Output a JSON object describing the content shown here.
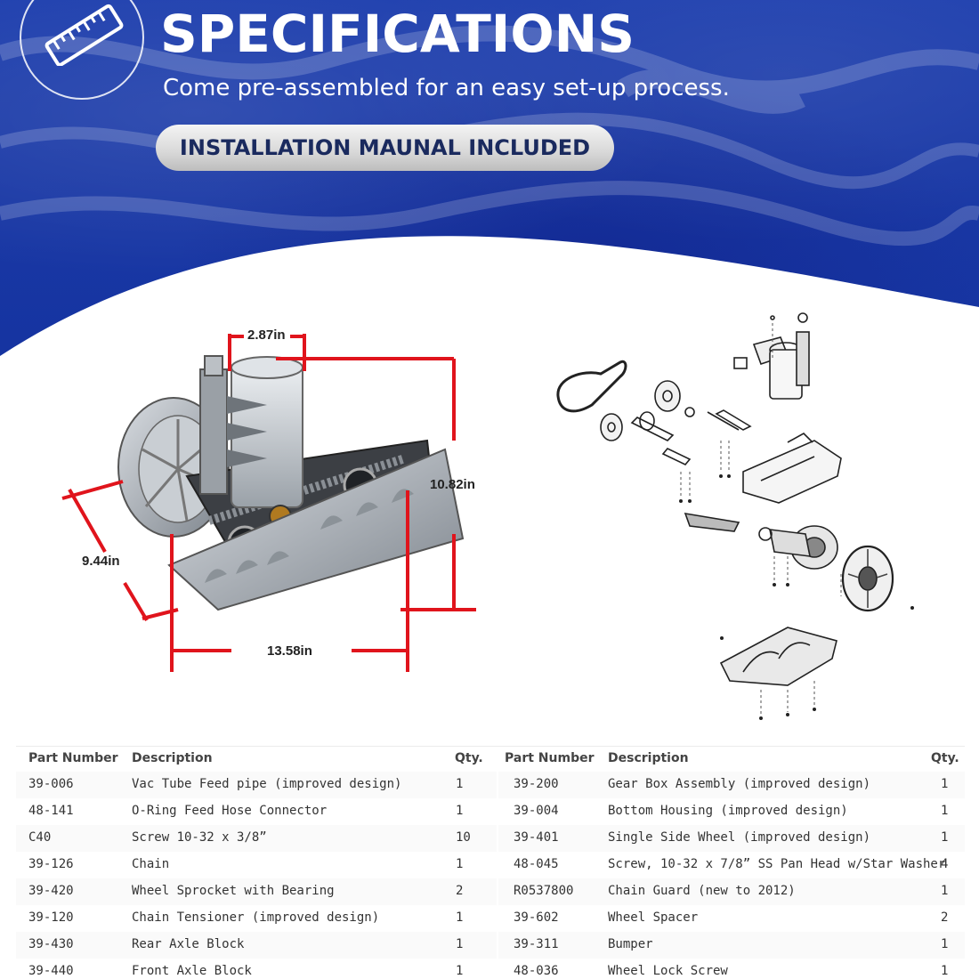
{
  "header": {
    "title": "SPECIFICATIONS",
    "subtitle": "Come pre-assembled for an easy set-up process.",
    "badge": "INSTALLATION MAUNAL INCLUDED",
    "logo_icon": "ruler-icon"
  },
  "dimensions": {
    "top": "2.87in",
    "height": "10.82in",
    "depth": "9.44in",
    "width": "13.58in"
  },
  "colors": {
    "header_blue": "#1a39a6",
    "dimension_red": "#e0141c",
    "badge_text": "#1a2a5e"
  },
  "table": {
    "headers": [
      "Part Number",
      "Description",
      "Qty."
    ],
    "left": [
      {
        "part": "39-006",
        "desc": "Vac Tube Feed pipe (improved design)",
        "qty": "1"
      },
      {
        "part": "48-141",
        "desc": "O-Ring Feed Hose Connector",
        "qty": "1"
      },
      {
        "part": "C40",
        "desc": "Screw 10-32 x 3/8”",
        "qty": "10"
      },
      {
        "part": "39-126",
        "desc": "Chain",
        "qty": "1"
      },
      {
        "part": "39-420",
        "desc": "Wheel Sprocket with Bearing",
        "qty": "2"
      },
      {
        "part": "39-120",
        "desc": "Chain Tensioner (improved design)",
        "qty": "1"
      },
      {
        "part": "39-430",
        "desc": "Rear Axle Block",
        "qty": "1"
      },
      {
        "part": "39-440",
        "desc": "Front Axle Block",
        "qty": "1"
      }
    ],
    "right": [
      {
        "part": "39-200",
        "desc": "Gear Box Assembly (improved design)",
        "qty": "1"
      },
      {
        "part": "39-004",
        "desc": "Bottom Housing (improved design)",
        "qty": "1"
      },
      {
        "part": "39-401",
        "desc": "Single Side Wheel (improved design)",
        "qty": "1"
      },
      {
        "part": "48-045",
        "desc": "Screw, 10-32 x 7/8” SS Pan Head w/Star Washer",
        "qty": "4"
      },
      {
        "part": "R0537800",
        "desc": "Chain Guard (new to 2012)",
        "qty": "1"
      },
      {
        "part": "39-602",
        "desc": "Wheel Spacer",
        "qty": "2"
      },
      {
        "part": "39-311",
        "desc": "Bumper",
        "qty": "1"
      },
      {
        "part": "48-036",
        "desc": "Wheel Lock Screw",
        "qty": "1"
      }
    ]
  }
}
